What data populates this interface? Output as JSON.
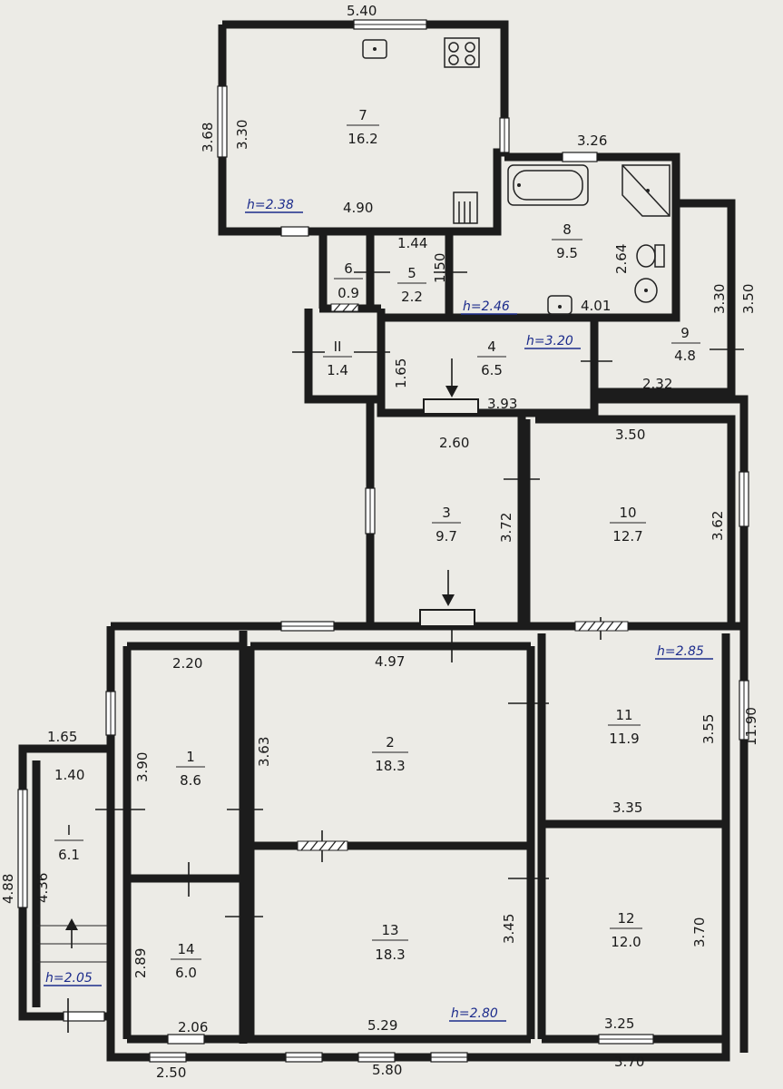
{
  "rooms": [
    {
      "id": "7",
      "area": "16.2"
    },
    {
      "id": "8",
      "area": "9.5"
    },
    {
      "id": "6",
      "area": "0.9"
    },
    {
      "id": "5",
      "area": "2.2"
    },
    {
      "id": "II",
      "area": "1.4"
    },
    {
      "id": "4",
      "area": "6.5"
    },
    {
      "id": "9",
      "area": "4.8"
    },
    {
      "id": "3",
      "area": "9.7"
    },
    {
      "id": "10",
      "area": "12.7"
    },
    {
      "id": "2",
      "area": "18.3"
    },
    {
      "id": "1",
      "area": "8.6"
    },
    {
      "id": "11",
      "area": "11.9"
    },
    {
      "id": "I",
      "area": "6.1"
    },
    {
      "id": "13",
      "area": "18.3"
    },
    {
      "id": "14",
      "area": "6.0"
    },
    {
      "id": "12",
      "area": "12.0"
    }
  ],
  "dimensions": {
    "d540": "5.40",
    "d368": "3.68",
    "d330a": "3.30",
    "d490": "4.90",
    "d326": "3.26",
    "d264": "2.64",
    "d401": "4.01",
    "d144": "1.44",
    "d150": "1.50",
    "d330b": "3.30",
    "d350a": "3.50",
    "d165a": "1.65",
    "d393": "3.93",
    "d232": "2.32",
    "d260": "2.60",
    "d350b": "3.50",
    "d372": "3.72",
    "d362": "3.62",
    "d220": "2.20",
    "d497": "4.97",
    "d363": "3.63",
    "d390": "3.90",
    "d165b": "1.65",
    "d140": "1.40",
    "d355": "3.55",
    "d1190": "11.90",
    "d335": "3.35",
    "d488": "4.88",
    "d436": "4.36",
    "d345": "3.45",
    "d370a": "3.70",
    "d289": "2.89",
    "d206": "2.06",
    "d529": "5.29",
    "d325": "3.25",
    "d250": "2.50",
    "d580": "5.80",
    "d370b": "3.70"
  },
  "heights": {
    "h238": "h=2.38",
    "h246": "h=2.46",
    "h320": "h=3.20",
    "h285": "h=2.85",
    "h205": "h=2.05",
    "h280": "h=2.80"
  }
}
